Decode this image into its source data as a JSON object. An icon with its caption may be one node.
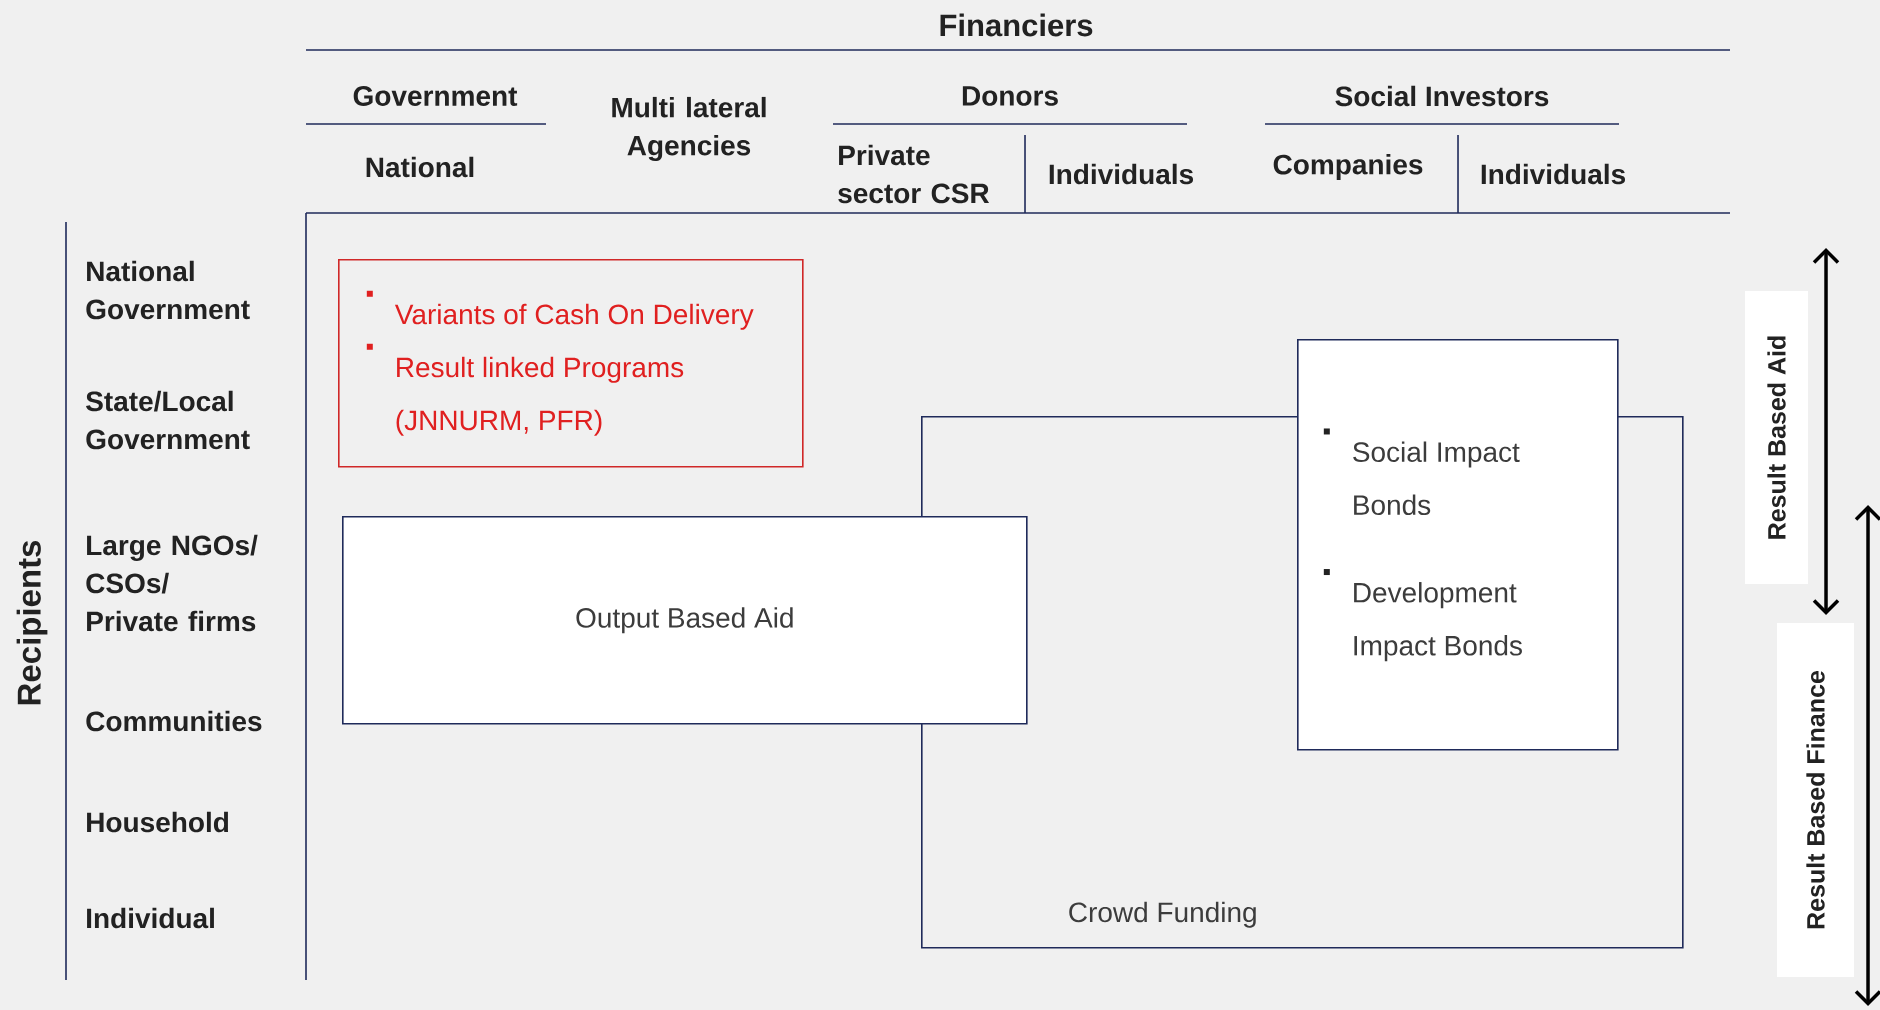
{
  "diagram": {
    "title": "Financiers",
    "nodes": [
      {
        "text": [
          "Variants of Cash On Delivery",
          "Result linked Programs (JNNURM, PFR)"
        ]
      },
      {
        "text": [
          "Social Impact Bonds",
          "Development Impact Bonds"
        ]
      },
      {
        "text": [
          "Crowd Funding"
        ]
      },
      {
        "text": [
          "Output Based Aid"
        ]
      },
      {
        "text": [
          "Result Based Aid"
        ]
      },
      {
        "text": [
          "Result Based Finance"
        ]
      }
    ],
    "labels": [
      "Government",
      "Multi lateral Agencies",
      "Donors",
      "Social Investors",
      "National",
      "Private sector CSR",
      "Individuals",
      "Companies",
      "Individuals",
      "Recipients",
      "National Government",
      "State/Local Government",
      "Large NGOs/ CSOs/ Private firms",
      "Communities",
      "Household",
      "Individual"
    ]
  }
}
